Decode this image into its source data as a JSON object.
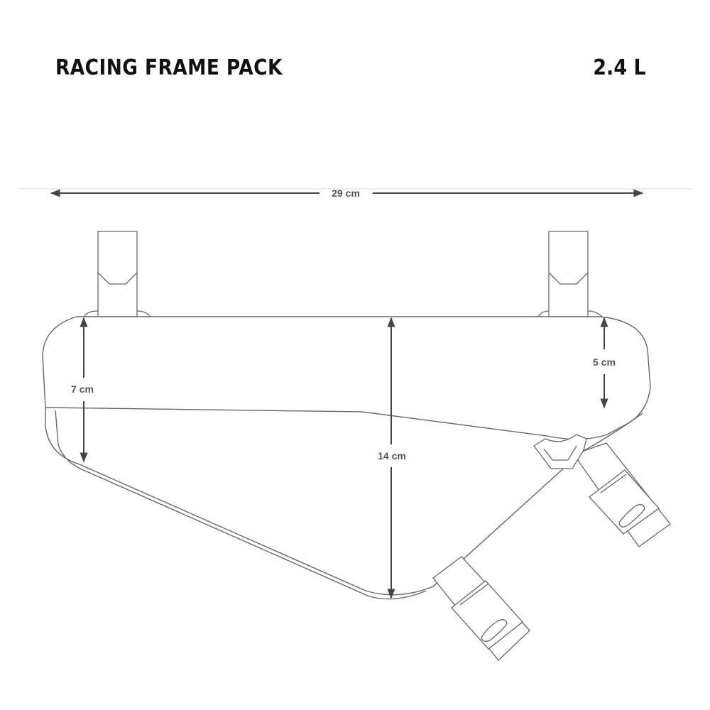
{
  "product": {
    "title": "RACING FRAME PACK",
    "volume": "2.4 L"
  },
  "dimensions": {
    "length": "29 cm",
    "front_height": "7 cm",
    "max_height": "14 cm",
    "rear_height": "5 cm"
  },
  "colors": {
    "outline": "#666666",
    "arrow": "#444444",
    "text": "#111111"
  }
}
